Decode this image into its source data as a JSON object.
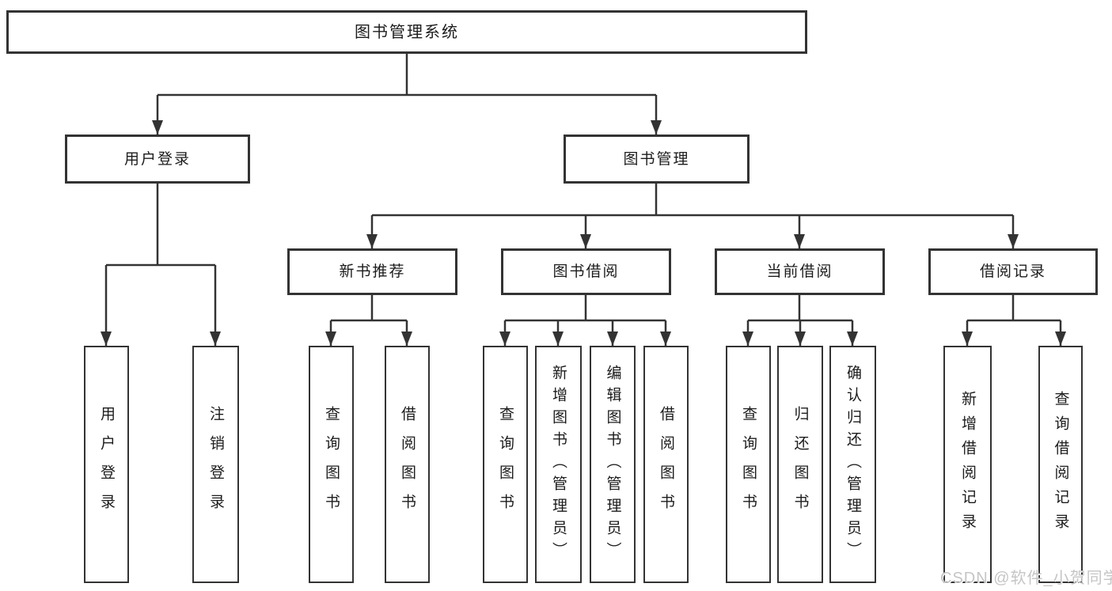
{
  "root": {
    "label": "图书管理系统"
  },
  "user_login": {
    "label": "用户登录",
    "children": [
      {
        "label": "用户登录"
      },
      {
        "label": "注销登录"
      }
    ]
  },
  "book_management": {
    "label": "图书管理",
    "sections": [
      {
        "label": "新书推荐",
        "children": [
          {
            "label": "查询图书"
          },
          {
            "label": "借阅图书"
          }
        ]
      },
      {
        "label": "图书借阅",
        "children": [
          {
            "label": "查询图书"
          },
          {
            "label": "新增图书（管理员）"
          },
          {
            "label": "编辑图书（管理员）"
          },
          {
            "label": "借阅图书"
          }
        ]
      },
      {
        "label": "当前借阅",
        "children": [
          {
            "label": "查询图书"
          },
          {
            "label": "归还图书"
          },
          {
            "label": "确认归还（管理员）"
          }
        ]
      },
      {
        "label": "借阅记录",
        "children": [
          {
            "label": "新增借阅记录"
          },
          {
            "label": "查询借阅记录"
          }
        ]
      }
    ]
  },
  "watermark": {
    "text": "CSDN @软件_小贺同学"
  },
  "colors": {
    "line": "#333333",
    "box_background": "#ffffff",
    "text": "#1c1c1c",
    "watermark": "#c5c5c5"
  }
}
